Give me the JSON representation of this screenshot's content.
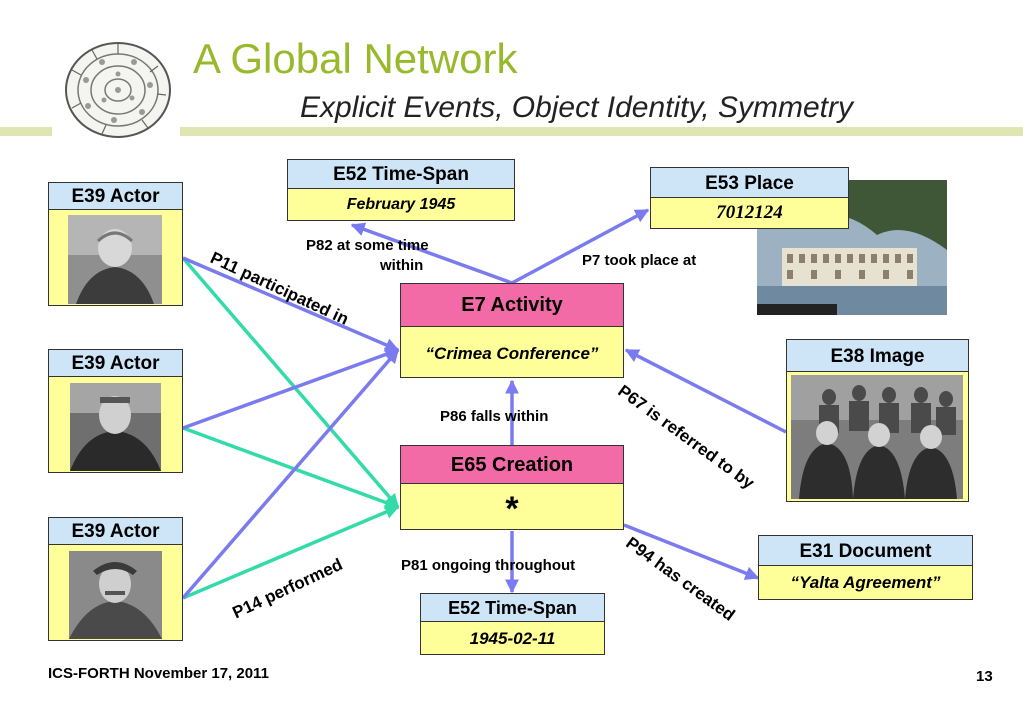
{
  "slide": {
    "title": "A Global Network",
    "subtitle": "Explicit Events, Object Identity, Symmetry",
    "footer_left": "ICS-FORTH November 17, 2011",
    "page_number": "13"
  },
  "nodes": {
    "actor1": {
      "header": "E39 Actor"
    },
    "actor2": {
      "header": "E39 Actor"
    },
    "actor3": {
      "header": "E39 Actor"
    },
    "timespan_top": {
      "header": "E52 Time-Span",
      "value": "February 1945"
    },
    "place": {
      "header": "E53 Place",
      "value": "7012124"
    },
    "activity": {
      "header": "E7 Activity",
      "value": "“Crimea Conference”"
    },
    "creation": {
      "header": "E65 Creation",
      "value": "*"
    },
    "timespan_bottom": {
      "header": "E52 Time-Span",
      "value": "1945-02-11"
    },
    "image": {
      "header": "E38 Image"
    },
    "document": {
      "header": "E31 Document",
      "value": "“Yalta Agreement”"
    }
  },
  "edges": {
    "p82": "P82 at some     time",
    "p82_line2": "within",
    "p7": "P7 took place at",
    "p11": "P11 participated in",
    "p86": "P86 falls  within",
    "p67": "P67 is referred to by",
    "p14": "P14 performed",
    "p81": "P81 ongoing throughout",
    "p94": "P94 has created"
  },
  "colors": {
    "title": "#98b92c",
    "header_blue": "#cde5f7",
    "header_pink": "#f26aa6",
    "box_fill": "#ffff99",
    "arrow_purple": "#7b7bf0",
    "arrow_teal": "#33dba8"
  }
}
